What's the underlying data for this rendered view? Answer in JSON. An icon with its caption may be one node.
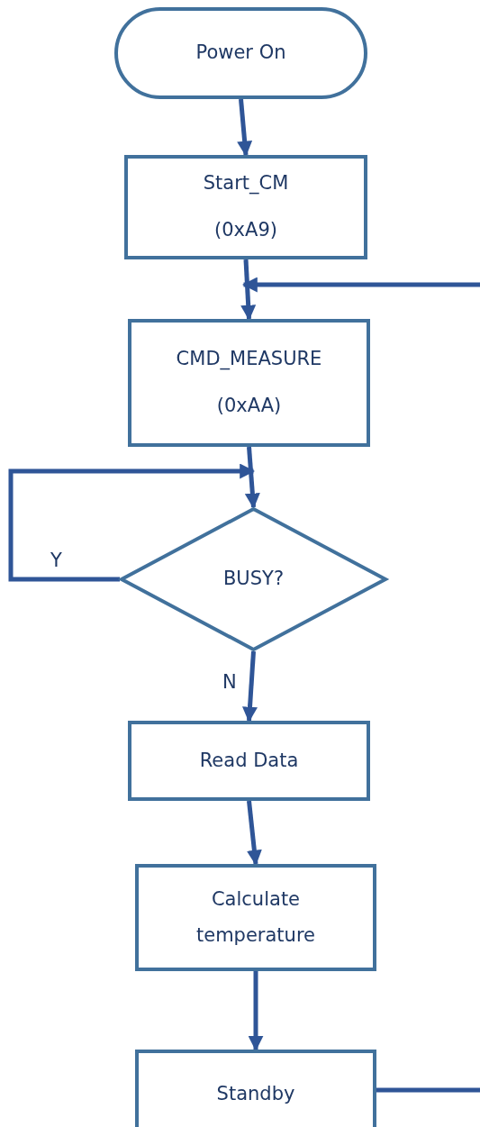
{
  "diagram": {
    "nodes": [
      {
        "text": [
          "Power On"
        ]
      },
      {
        "text": [
          "Start_CM",
          "(0xA9)"
        ]
      },
      {
        "text": [
          "CMD_MEASURE",
          "(0xAA)"
        ]
      },
      {
        "text": [
          "BUSY?"
        ]
      },
      {
        "text": [
          "Read Data"
        ]
      },
      {
        "text": [
          "Calculate temperature"
        ]
      },
      {
        "text": [
          "Standby"
        ]
      }
    ],
    "edges": [
      {
        "from": 0,
        "to": 1,
        "arrow": "to"
      },
      {
        "from": 1,
        "to": 2,
        "arrow": "to"
      },
      {
        "from": 2,
        "to": 3,
        "arrow": "to"
      },
      {
        "from": 3,
        "to": 3,
        "arrow": "to",
        "label": "Y"
      },
      {
        "from": 3,
        "to": 4,
        "arrow": "to",
        "label": "N"
      },
      {
        "from": 4,
        "to": 5,
        "arrow": "to"
      },
      {
        "from": 5,
        "to": 6,
        "arrow": "to"
      },
      {
        "from": 6,
        "to": 2,
        "arrow": "to"
      }
    ]
  }
}
